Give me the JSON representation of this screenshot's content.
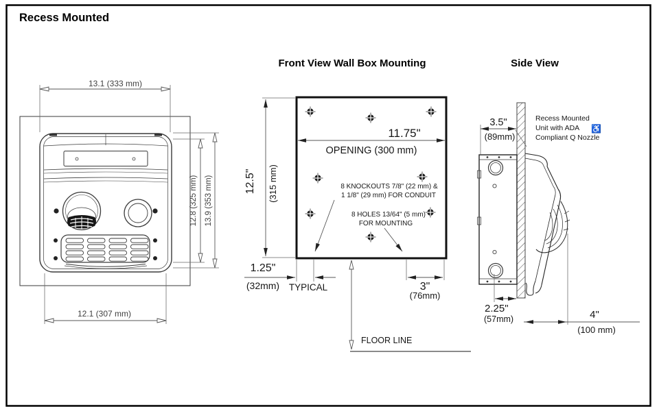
{
  "page": {
    "title": "Recess Mounted"
  },
  "front_unit_view": {
    "dim_overall_width": "13.1 (333 mm)",
    "dim_face_width": "12.1 (307 mm)",
    "dim_face_height": "12.8 (325 mm)",
    "dim_overall_height": "13.9 (353 mm)"
  },
  "wall_box_view": {
    "title": "Front View Wall Box Mounting",
    "dim_opening_width": "11.75\"",
    "opening_label": "OPENING (300 mm)",
    "dim_height": "12.5\"",
    "dim_height_mm": "(315 mm)",
    "knockout_note_line1": "8 KNOCKOUTS 7/8\" (22 mm) &",
    "knockout_note_line2": "1 1/8\" (29 mm) FOR CONDUIT",
    "holes_note_line1": "8 HOLES 13/64\" (5 mm)",
    "holes_note_line2": "FOR MOUNTING",
    "dim_edge_offset": "1.25\"",
    "dim_edge_offset_mm": "(32mm)",
    "typical_label": "TYPICAL",
    "dim_hole_spacing": "3\"",
    "dim_hole_spacing_mm": "(76mm)",
    "floor_line_label": "FLOOR LINE"
  },
  "side_view": {
    "title": "Side View",
    "dim_recess_depth": "3.5\"",
    "dim_recess_depth_mm": "(89mm)",
    "ada_note_line1": "Recess Mounted",
    "ada_note_line2": "Unit with ADA",
    "ada_note_line3": "Compliant Q Nozzle",
    "dim_conduit_offset": "2.25\"",
    "dim_conduit_offset_mm": "(57mm)",
    "dim_projection": "4\"",
    "dim_projection_mm": "(100 mm)"
  },
  "icons": {
    "ada_wheelchair": "♿"
  },
  "colors": {
    "ink": "#111111",
    "line": "#3d3d3d",
    "background": "#ffffff"
  }
}
